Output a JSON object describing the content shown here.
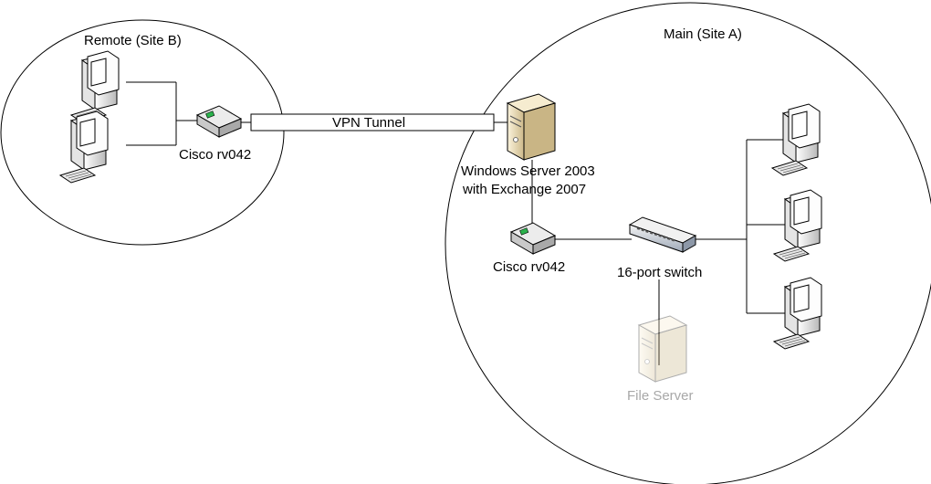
{
  "zones": {
    "remote": {
      "label": "Remote (Site B)"
    },
    "main": {
      "label": "Main (Site A)"
    }
  },
  "tunnel": {
    "label": "VPN Tunnel"
  },
  "devices": {
    "remote_router": {
      "label": "Cisco rv042",
      "icon": "router-icon"
    },
    "main_router": {
      "label": "Cisco rv042",
      "icon": "router-icon"
    },
    "exchange_server": {
      "label_line1": "Windows Server 2003",
      "label_line2": "with Exchange 2007",
      "icon": "server-tower-icon"
    },
    "switch": {
      "label": "16-port switch",
      "icon": "network-switch-icon"
    },
    "file_server": {
      "label": "File Server",
      "icon": "server-tower-icon",
      "faded": true
    }
  },
  "colors": {
    "line": "#000000",
    "server_body": "#e8d9b0",
    "device_face": "#d8d8d8",
    "screen": "#ffffff",
    "faded_text": "#a8a8a8",
    "router_led": "#2bb24c"
  }
}
